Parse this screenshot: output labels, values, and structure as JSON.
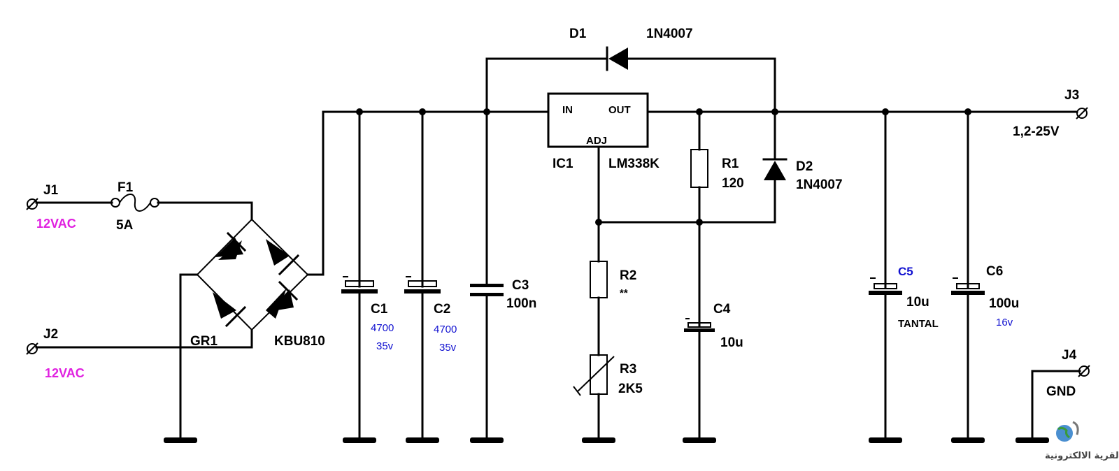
{
  "labels": {
    "j1": "J1",
    "j2": "J2",
    "j3": "J3",
    "j4": "J4",
    "j1_in": "12VAC",
    "j2_in": "12VAC",
    "f1": "F1",
    "f1_val": "5A",
    "gr1": "GR1",
    "gr1_part": "KBU810",
    "c1": "C1",
    "c1_cap": "4700",
    "c1_volt": "35v",
    "c2": "C2",
    "c2_cap": "4700",
    "c2_volt": "35v",
    "c3": "C3",
    "c3_val": "100n",
    "d1": "D1",
    "d1_part": "1N4007",
    "ic1": "IC1",
    "ic1_part": "LM338K",
    "pin_in": "IN",
    "pin_out": "OUT",
    "pin_adj": "ADJ",
    "r1": "R1",
    "r1_val": "120",
    "d2": "D2",
    "d2_part": "1N4007",
    "r2": "R2",
    "r2_val": "**",
    "r3": "R3",
    "r3_val": "2K5",
    "c4": "C4",
    "c4_val": "10u",
    "c5": "C5",
    "c5_val": "10u",
    "c5_type": "TANTAL",
    "c6": "C6",
    "c6_val": "100u",
    "c6_volt": "16v",
    "j3_out": "1,2-25V",
    "j4_gnd": "GND",
    "watermark": "القرية الالكترونية"
  },
  "colors": {
    "wire": "#000000",
    "blue_text": "#1010d0",
    "magenta_text": "#e020e0"
  }
}
